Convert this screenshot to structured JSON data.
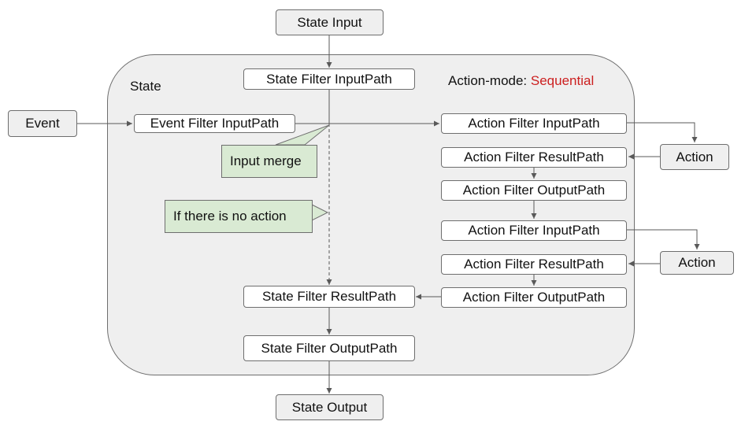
{
  "diagram": {
    "top_input": "State Input",
    "bottom_output": "State Output",
    "event": "Event",
    "state_label": "State",
    "action_mode": {
      "prefix": "Action-mode: ",
      "value": "Sequential",
      "value_color": "#cc1f1f"
    },
    "state_filters": {
      "input": "State Filter InputPath",
      "result": "State Filter ResultPath",
      "output": "State Filter OutputPath"
    },
    "event_filter": "Event Filter InputPath",
    "action_group_1": {
      "input": "Action Filter InputPath",
      "result": "Action Filter ResultPath",
      "output": "Action Filter OutputPath",
      "action": "Action"
    },
    "action_group_2": {
      "input": "Action Filter InputPath",
      "result": "Action Filter ResultPath",
      "output": "Action Filter OutputPath",
      "action": "Action"
    },
    "notes": {
      "input_merge": "Input merge",
      "no_action": "If there is no action"
    },
    "colors": {
      "container_fill": "#efefef",
      "note_fill": "#d9ead3",
      "stroke": "#6e6e6e"
    }
  }
}
